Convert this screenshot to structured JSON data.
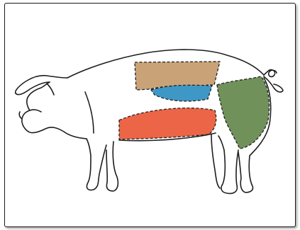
{
  "colors": {
    "frame": "#1a1a1a",
    "outline": "#1e1e1e",
    "loin": "#c9a377",
    "tenderloin": "#3f97c6",
    "belly": "#ec6546",
    "ham": "#71915a"
  },
  "regions": [
    {
      "id": "loin",
      "color_key": "loin"
    },
    {
      "id": "tenderloin",
      "color_key": "tenderloin"
    },
    {
      "id": "belly",
      "color_key": "belly"
    },
    {
      "id": "ham",
      "color_key": "ham"
    }
  ]
}
